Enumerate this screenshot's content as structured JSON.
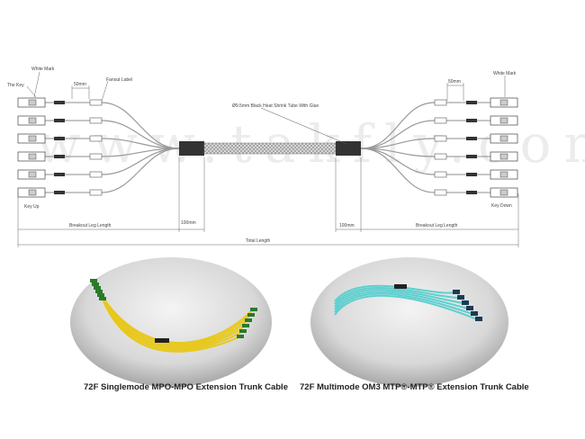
{
  "diagram": {
    "labels": {
      "the_key": "The Key",
      "white_mark_left": "White Mark",
      "white_mark_right": "White Mark",
      "dim_50mm_left": "50mm",
      "dim_50mm_right": "50mm",
      "fanout_label": "Fanout Label",
      "heat_shrink": "Ø9.5mm Black Heat Shrink Tube With Glue",
      "key_up": "Key Up",
      "key_down": "Key Down",
      "breakout_left": "Breakout Leg Length",
      "breakout_right": "Breakout Leg Length",
      "dim_100mm_left": "100mm",
      "dim_100mm_right": "100mm",
      "total_length": "Total Length"
    },
    "watermark": "www.takfly.com",
    "leg_count": 6
  },
  "photos": [
    {
      "caption": "72F Singlemode MPO-MPO Extension Trunk Cable",
      "cable_color": "#e8c81a"
    },
    {
      "caption": "72F Multimode OM3 MTP®-MTP® Extension Trunk Cable",
      "cable_color": "#5fcfcf"
    }
  ]
}
